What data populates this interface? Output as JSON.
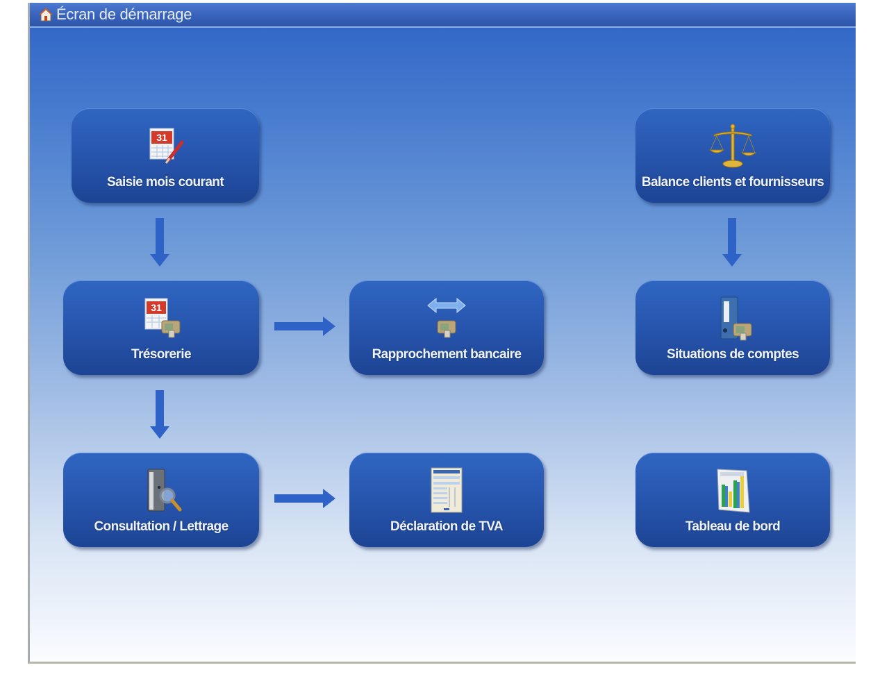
{
  "window": {
    "title": "Écran de démarrage",
    "title_icon": "home-icon"
  },
  "tiles": [
    {
      "id": "saisie",
      "label": "Saisie mois courant",
      "icon": "calendar-edit-icon"
    },
    {
      "id": "balance",
      "label": "Balance clients et fournisseurs",
      "icon": "scales-icon"
    },
    {
      "id": "tresorerie",
      "label": "Trésorerie",
      "icon": "calendar-money-icon"
    },
    {
      "id": "rapprochement",
      "label": "Rapprochement bancaire",
      "icon": "exchange-money-icon"
    },
    {
      "id": "situations",
      "label": "Situations de comptes",
      "icon": "binder-money-icon"
    },
    {
      "id": "consultation",
      "label": "Consultation / Lettrage",
      "icon": "binder-search-icon"
    },
    {
      "id": "tva",
      "label": "Déclaration de TVA",
      "icon": "tax-form-icon"
    },
    {
      "id": "tableau",
      "label": "Tableau de bord",
      "icon": "bar-chart-icon"
    }
  ],
  "arrows": [
    {
      "from": "saisie",
      "to": "tresorerie",
      "direction": "down"
    },
    {
      "from": "tresorerie",
      "to": "rapprochement",
      "direction": "right"
    },
    {
      "from": "tresorerie",
      "to": "consultation",
      "direction": "down"
    },
    {
      "from": "consultation",
      "to": "tva",
      "direction": "right"
    },
    {
      "from": "balance",
      "to": "situations",
      "direction": "down"
    }
  ],
  "colors": {
    "tile": "#2857b0",
    "arrow": "#2e62c6",
    "title_bar": "#3b66be"
  }
}
